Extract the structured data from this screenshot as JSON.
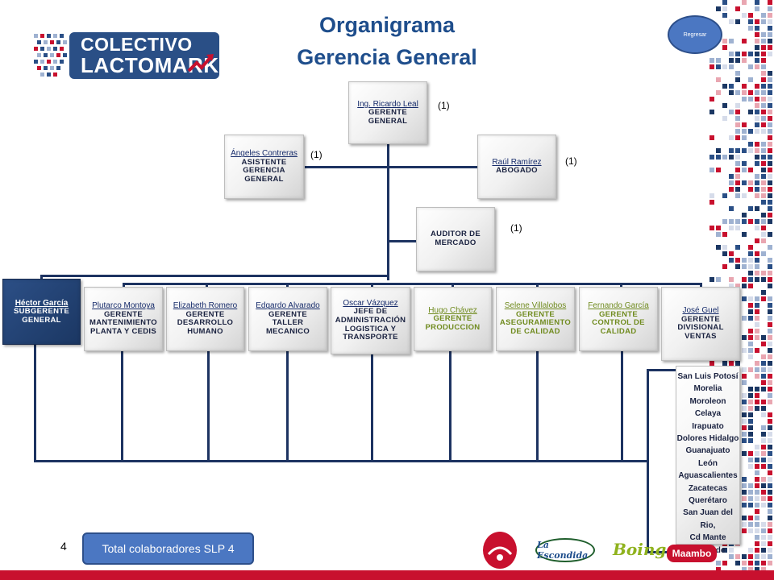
{
  "header": {
    "title_line1": "Organigrama",
    "title_line2": "Gerencia General",
    "back_button": "Regresar"
  },
  "logo": {
    "line1": "COLECTIVO",
    "line2": "LACTOMARK"
  },
  "top": {
    "name": "Ing. Ricardo Leal",
    "role": "GERENTE GENERAL",
    "note": "(1)"
  },
  "staff": {
    "assistant": {
      "name": "Ángeles Contreras",
      "role": "ASISTENTE GERENCIA GENERAL",
      "note": "(1)"
    },
    "lawyer": {
      "name": "Raúl Ramírez",
      "role": "ABOGADO",
      "note": "(1)"
    },
    "auditor": {
      "role": "AUDITOR DE MERCADO",
      "note": "(1)"
    }
  },
  "managers": [
    {
      "name": "Héctor García",
      "role": "SUBGERENTE GENERAL"
    },
    {
      "name": "Plutarco Montoya",
      "role": "GERENTE MANTENIMIENTO PLANTA Y CEDIS"
    },
    {
      "name": "Elizabeth Romero",
      "role": "GERENTE DESARROLLO HUMANO"
    },
    {
      "name": "Edgardo Alvarado",
      "role": "GERENTE TALLER MECANICO"
    },
    {
      "name": "Oscar Vázquez",
      "role": "JEFE DE ADMINISTRACIÓN LOGISTICA Y TRANSPORTE"
    },
    {
      "name": "Hugo Chávez",
      "role": "GERENTE PRODUCCION"
    },
    {
      "name": "Selene Villalobos",
      "role": "GERENTE ASEGURAMIENTO DE CALIDAD"
    },
    {
      "name": "Fernando García",
      "role": "GERENTE CONTROL DE CALIDAD"
    },
    {
      "name": "José Guel",
      "role": "GERENTE DIVISIONAL VENTAS"
    }
  ],
  "cities": [
    "San Luis Potosí",
    "Morelia",
    "Moroleon",
    "Celaya",
    "Irapuato",
    "Dolores Hidalgo",
    "Guanajuato",
    "León",
    "Aguascalientes",
    "Zacatecas",
    "Querétaro",
    "San Juan del Rio,",
    "Cd Mante",
    "Rioverde"
  ],
  "footer": {
    "page_number": "4",
    "total": "Total  colaboradores SLP 4",
    "brands": [
      "La Escondida",
      "Boing",
      "Maambo"
    ]
  },
  "colors": {
    "title": "#1f4e8c",
    "line": "#1d3361",
    "highlight_box": "#2c4f86",
    "green_text": "#708b1f",
    "button": "#4b77c2",
    "footer_bar": "#c8102e"
  }
}
